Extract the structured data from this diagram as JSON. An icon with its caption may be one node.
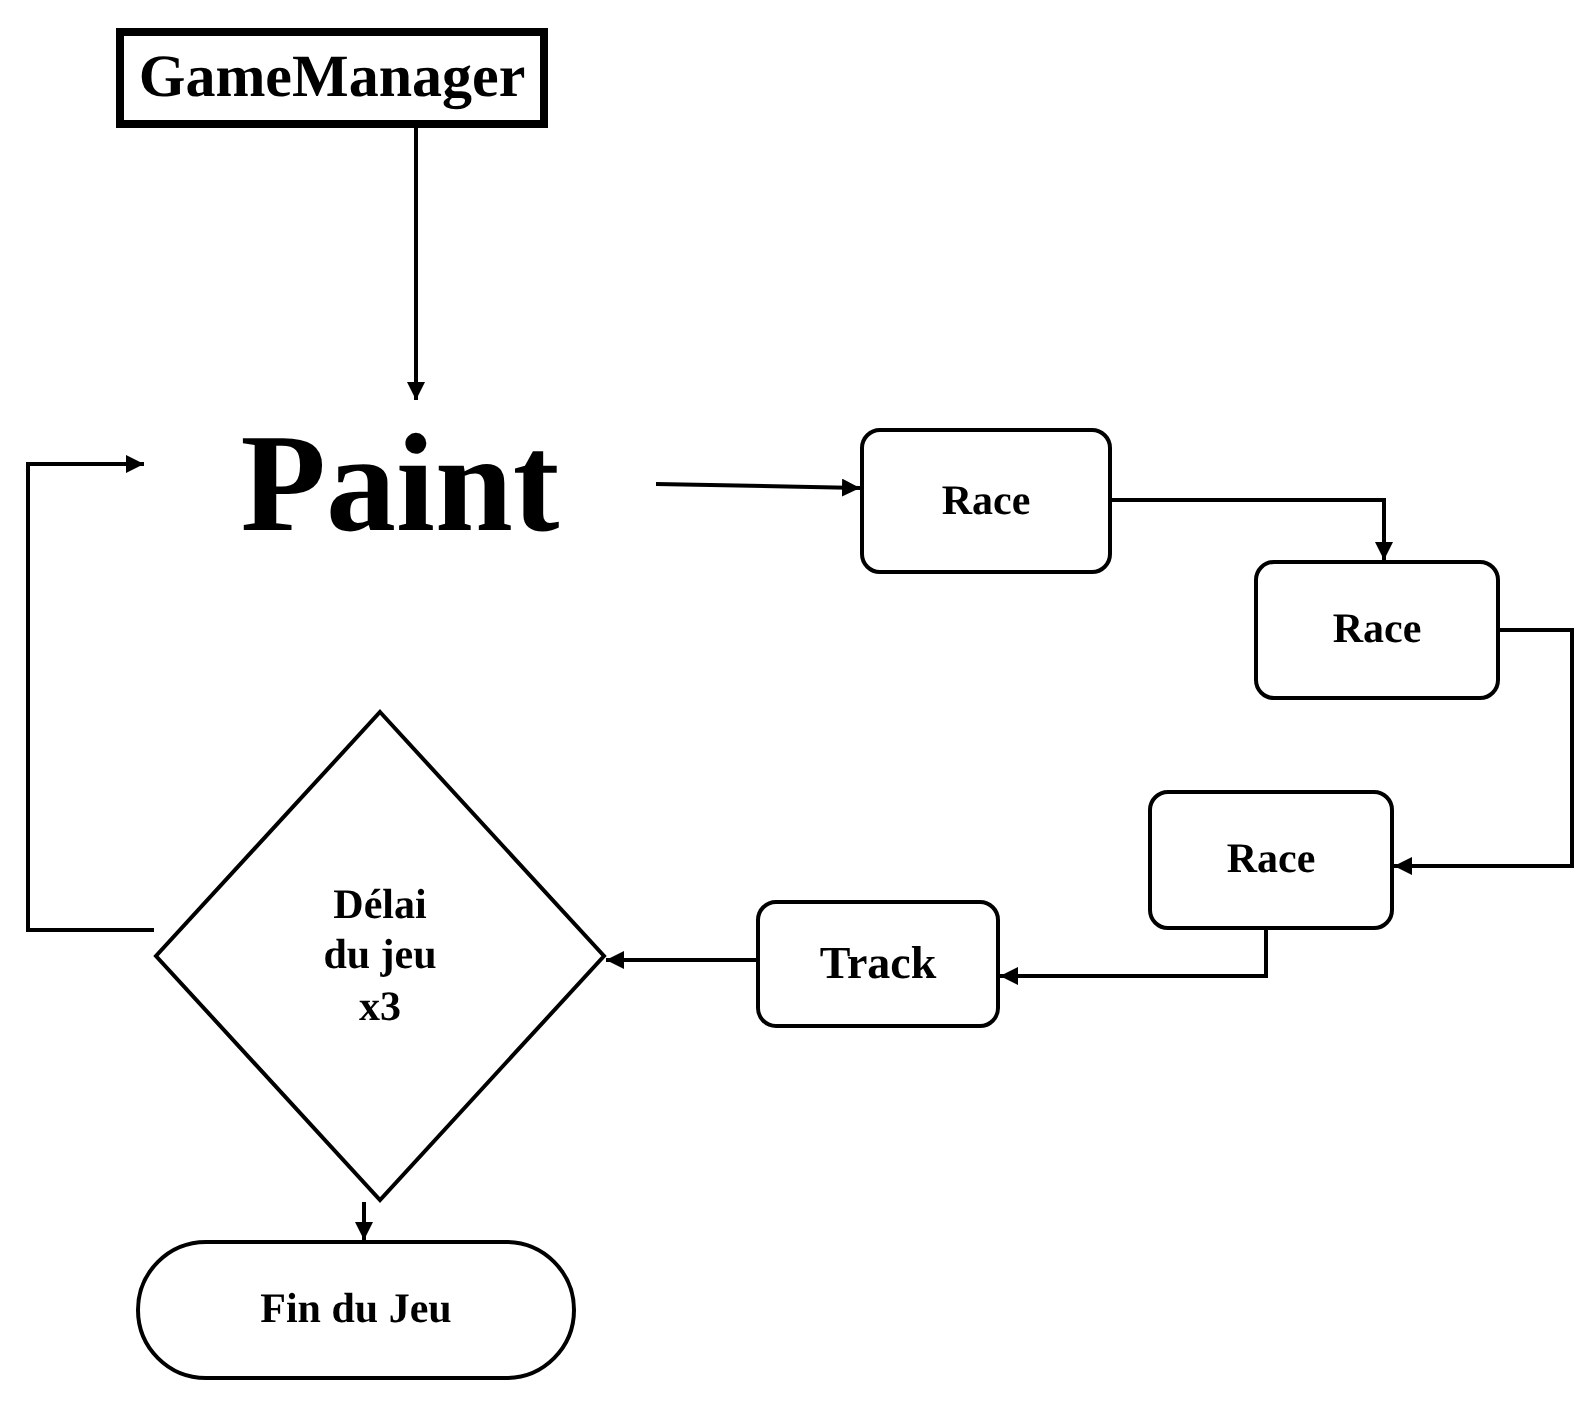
{
  "diagram": {
    "nodes": [
      {
        "text": [
          "GameManager"
        ]
      },
      {
        "text": [
          "Paint"
        ]
      },
      {
        "text": [
          "Race"
        ]
      },
      {
        "text": [
          "Race"
        ]
      },
      {
        "text": [
          "Race"
        ]
      },
      {
        "text": [
          "Track"
        ]
      },
      {
        "text": [
          "Délai du jeu x3"
        ]
      },
      {
        "text": [
          "Fin du Jeu"
        ]
      }
    ],
    "edges": [
      {
        "from": 0,
        "to": 1,
        "arrow": "to"
      },
      {
        "from": 1,
        "to": 2,
        "arrow": "to"
      },
      {
        "from": 2,
        "to": 3,
        "arrow": "to"
      },
      {
        "from": 3,
        "to": 4,
        "arrow": "to"
      },
      {
        "from": 4,
        "to": 5,
        "arrow": "to"
      },
      {
        "from": 5,
        "to": 6,
        "arrow": "to"
      },
      {
        "from": 6,
        "to": 1,
        "arrow": "to"
      },
      {
        "from": 6,
        "to": 7,
        "arrow": "to"
      }
    ]
  }
}
